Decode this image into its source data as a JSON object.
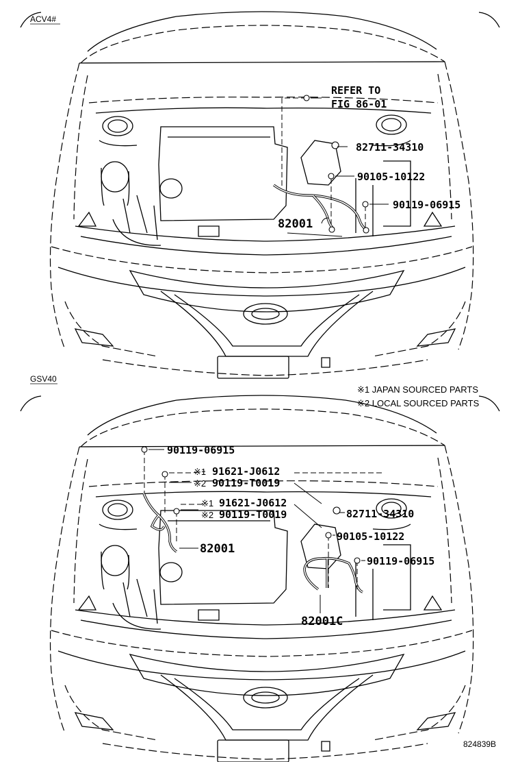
{
  "diagram_id": "824839B",
  "sections": [
    {
      "tag": "ACV4#",
      "callouts": {
        "refer_line1": "REFER TO",
        "refer_line2": "FIG 86-01",
        "p1": "82711-34310",
        "p2": "90105-10122",
        "p3": "90119-06915",
        "harness": "82001"
      }
    },
    {
      "tag": "GSV40",
      "callouts": {
        "bolt_top": "90119-06915",
        "mark1_a": "※1",
        "part1_a": "91621-J0612",
        "mark2_a": "※2",
        "part2_a": "90119-T0019",
        "mark1_b": "※1",
        "part1_b": "91621-J0612",
        "mark2_b": "※2",
        "part2_b": "90119-T0019",
        "harness_left": "82001",
        "p1": "82711-34310",
        "p2": "90105-10122",
        "p3": "90119-06915",
        "harness_right": "82001C"
      }
    }
  ],
  "legend": [
    "※1 JAPAN SOURCED PARTS",
    "※2 LOCAL SOURCED PARTS"
  ]
}
